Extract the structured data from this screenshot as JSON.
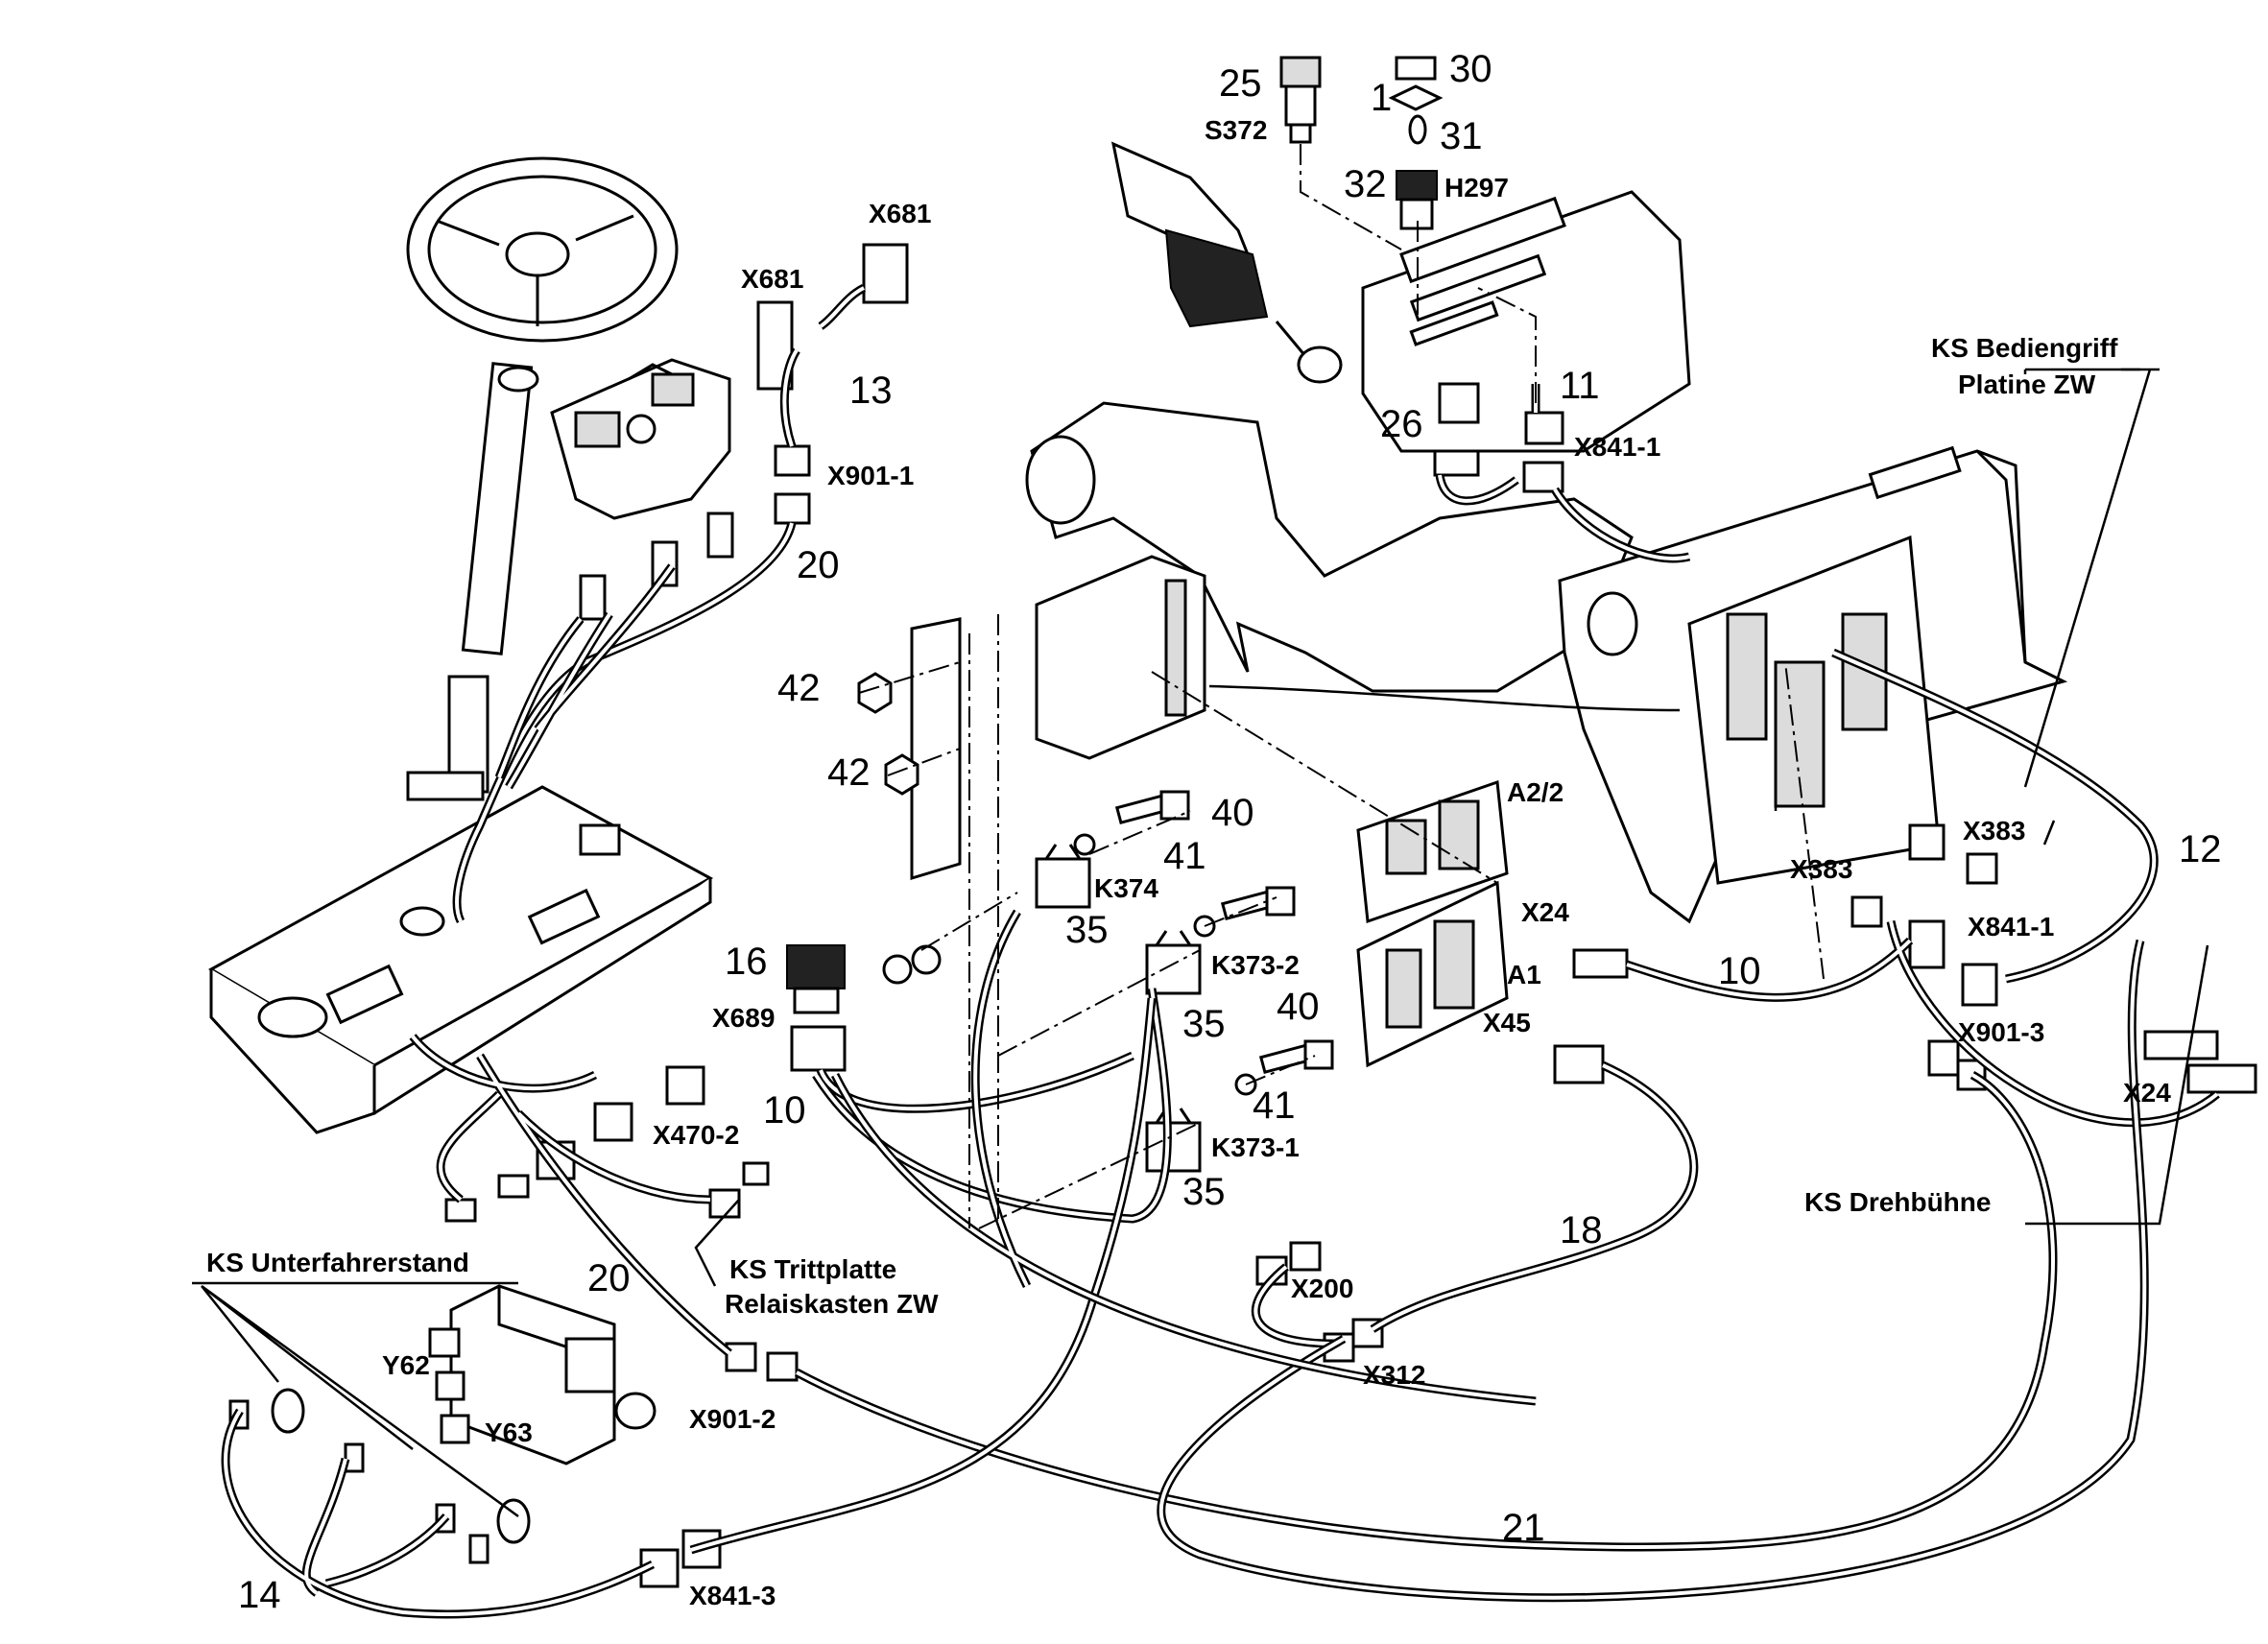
{
  "part_numbers": {
    "p30": "30",
    "p1": "1",
    "p25": "25",
    "p31": "31",
    "p32": "32",
    "p13": "13",
    "p11": "11",
    "p26": "26",
    "p20a": "20",
    "p42a": "42",
    "p42b": "42",
    "p40a": "40",
    "p41a": "41",
    "p16": "16",
    "p35a": "35",
    "p35b": "35",
    "p40b": "40",
    "p41b": "41",
    "p35c": "35",
    "p10a": "10",
    "p10b": "10",
    "p12": "12",
    "p18": "18",
    "p20b": "20",
    "p21": "21",
    "p14": "14"
  },
  "connector_codes": {
    "S372": "S372",
    "H297": "H297",
    "X681a": "X681",
    "X681b": "X681",
    "X901_1": "X901-1",
    "X841_1a": "X841-1",
    "A2_2": "A2/2",
    "X24a": "X24",
    "A1": "A1",
    "X45": "X45",
    "K374": "K374",
    "K373_2": "K373-2",
    "K373_1": "K373-1",
    "X689": "X689",
    "X470_2": "X470-2",
    "X383a": "X383",
    "X383b": "X383",
    "X841_1b": "X841-1",
    "X901_3": "X901-3",
    "X24b": "X24",
    "X200": "X200",
    "X312": "X312",
    "Y62": "Y62",
    "Y63": "Y63",
    "X901_2": "X901-2",
    "X841_3": "X841-3"
  },
  "notes": {
    "ks_bediengriff": "KS Bediengriff",
    "platine_zw": "Platine ZW",
    "ks_drehbuehne": "KS Drehbühne",
    "ks_trittplatte": "KS Trittplatte",
    "relaiskasten_zw": "Relaiskasten ZW",
    "ks_unterfahrerstand": "KS Unterfahrerstand"
  }
}
